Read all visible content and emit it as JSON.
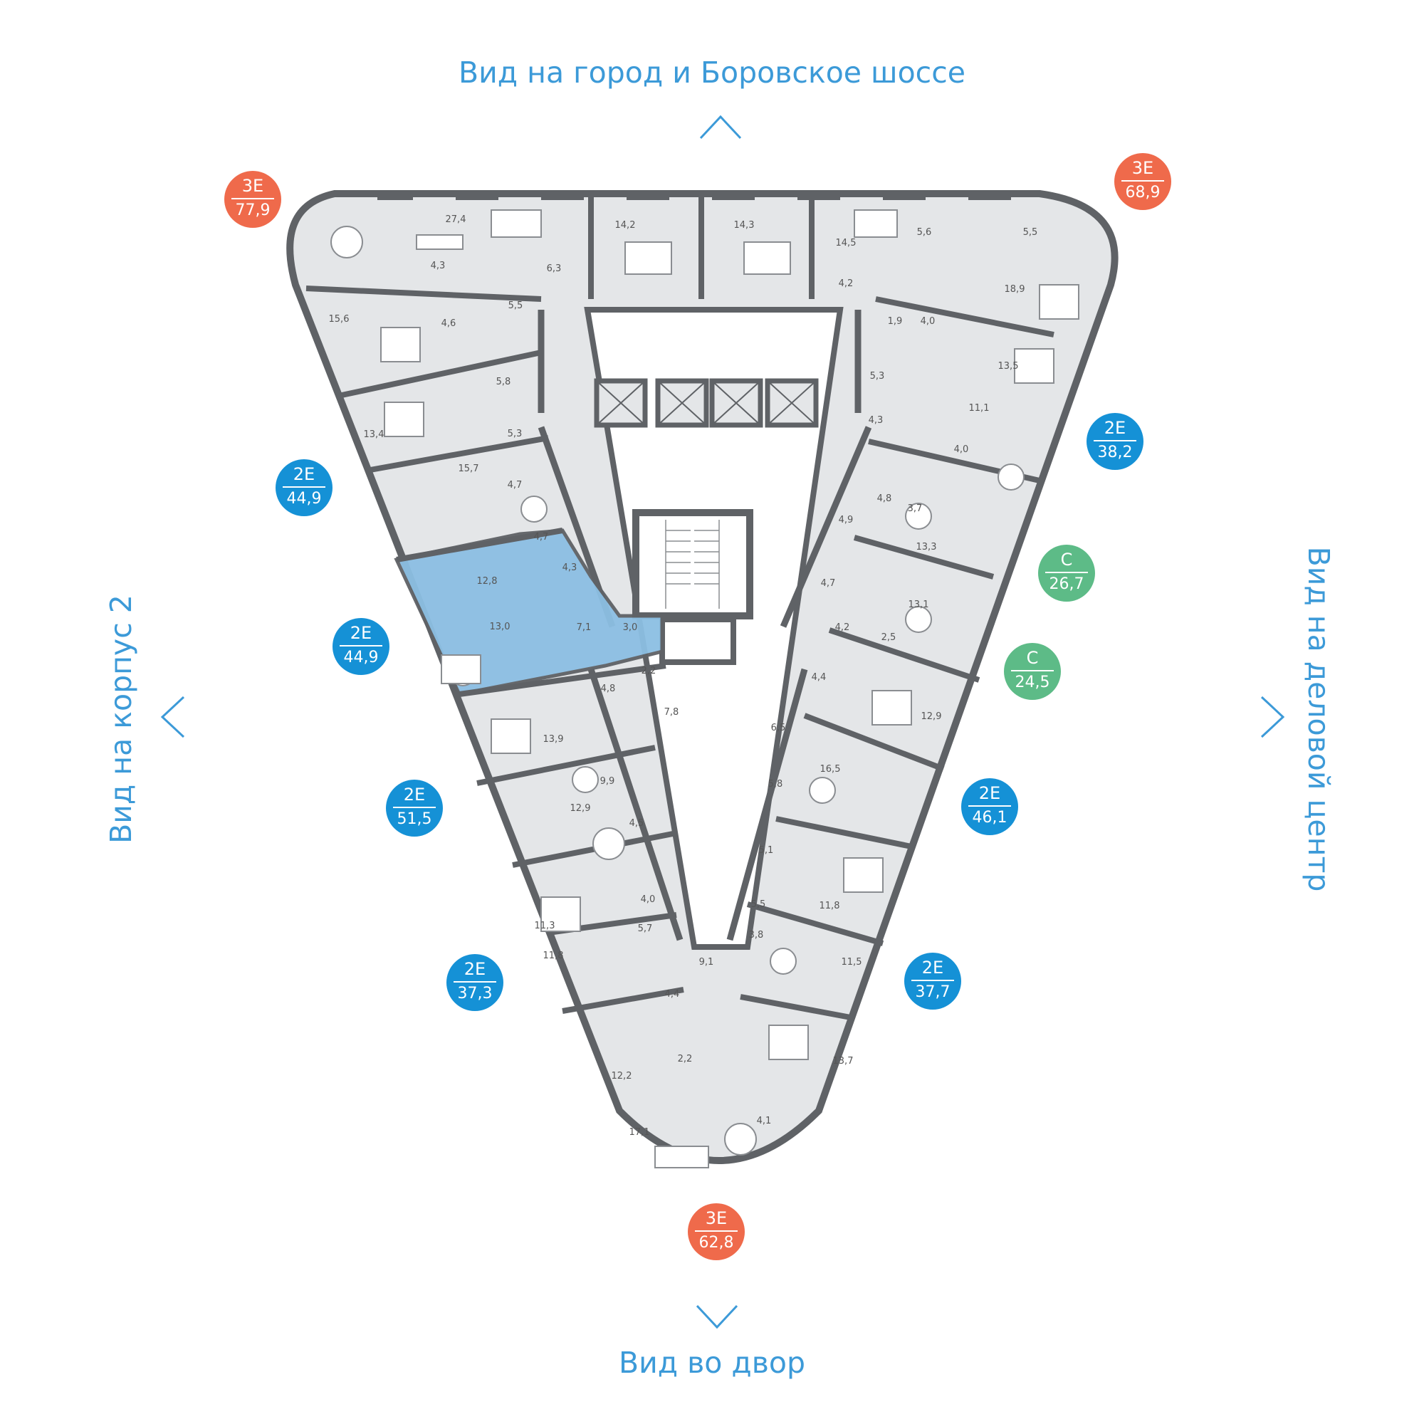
{
  "views": {
    "top": "Вид на город и Боровское шоссе",
    "bottom": "Вид во двор",
    "left": "Вид на корпус 2",
    "right": "Вид на деловой центр"
  },
  "colors": {
    "accent": "#3c9ad8",
    "badge_3e": "#ef6a4b",
    "badge_2e": "#1591d6",
    "badge_c": "#5dbb87",
    "highlight": "#8cbfe3",
    "floor": "#e4e6e8",
    "wall": "#5f6266"
  },
  "apartments": [
    {
      "type": "3E",
      "area": "77,9",
      "kind": "3e"
    },
    {
      "type": "3E",
      "area": "68,9",
      "kind": "3e"
    },
    {
      "type": "2E",
      "area": "44,9",
      "kind": "2e"
    },
    {
      "type": "2E",
      "area": "38,2",
      "kind": "2e"
    },
    {
      "type": "C",
      "area": "26,7",
      "kind": "c"
    },
    {
      "type": "2E",
      "area": "44,9",
      "kind": "2e",
      "selected": true
    },
    {
      "type": "C",
      "area": "24,5",
      "kind": "c"
    },
    {
      "type": "2E",
      "area": "51,5",
      "kind": "2e"
    },
    {
      "type": "2E",
      "area": "46,1",
      "kind": "2e"
    },
    {
      "type": "2E",
      "area": "37,3",
      "kind": "2e"
    },
    {
      "type": "2E",
      "area": "37,7",
      "kind": "2e"
    },
    {
      "type": "3E",
      "area": "62,8",
      "kind": "3e"
    }
  ],
  "room_areas": [
    "27,4",
    "14,2",
    "14,3",
    "14,5",
    "5,6",
    "5,5",
    "4,3",
    "6,3",
    "5,5",
    "4,2",
    "18,9",
    "15,6",
    "4,6",
    "1,9",
    "4,0",
    "5,8",
    "5,3",
    "13,5",
    "13,4",
    "11,1",
    "5,3",
    "4,3",
    "15,7",
    "4,0",
    "4,7",
    "4,8",
    "3,7",
    "4,9",
    "4,7",
    "13,3",
    "12,8",
    "4,3",
    "4,7",
    "13,1",
    "13,0",
    "7,1",
    "3,0",
    "4,2",
    "2,5",
    "2,2",
    "4,4",
    "4,8",
    "7,8",
    "12,9",
    "6,5",
    "13,9",
    "16,5",
    "9,9",
    "5,8",
    "12,9",
    "4,5",
    "5,1",
    "11,8",
    "4,0",
    "5,5",
    "11,3",
    "5,7",
    "3,8",
    "11,8",
    "9,1",
    "11,5",
    "4,4",
    "2,2",
    "13,7",
    "12,2",
    "4,1",
    "17,1"
  ]
}
